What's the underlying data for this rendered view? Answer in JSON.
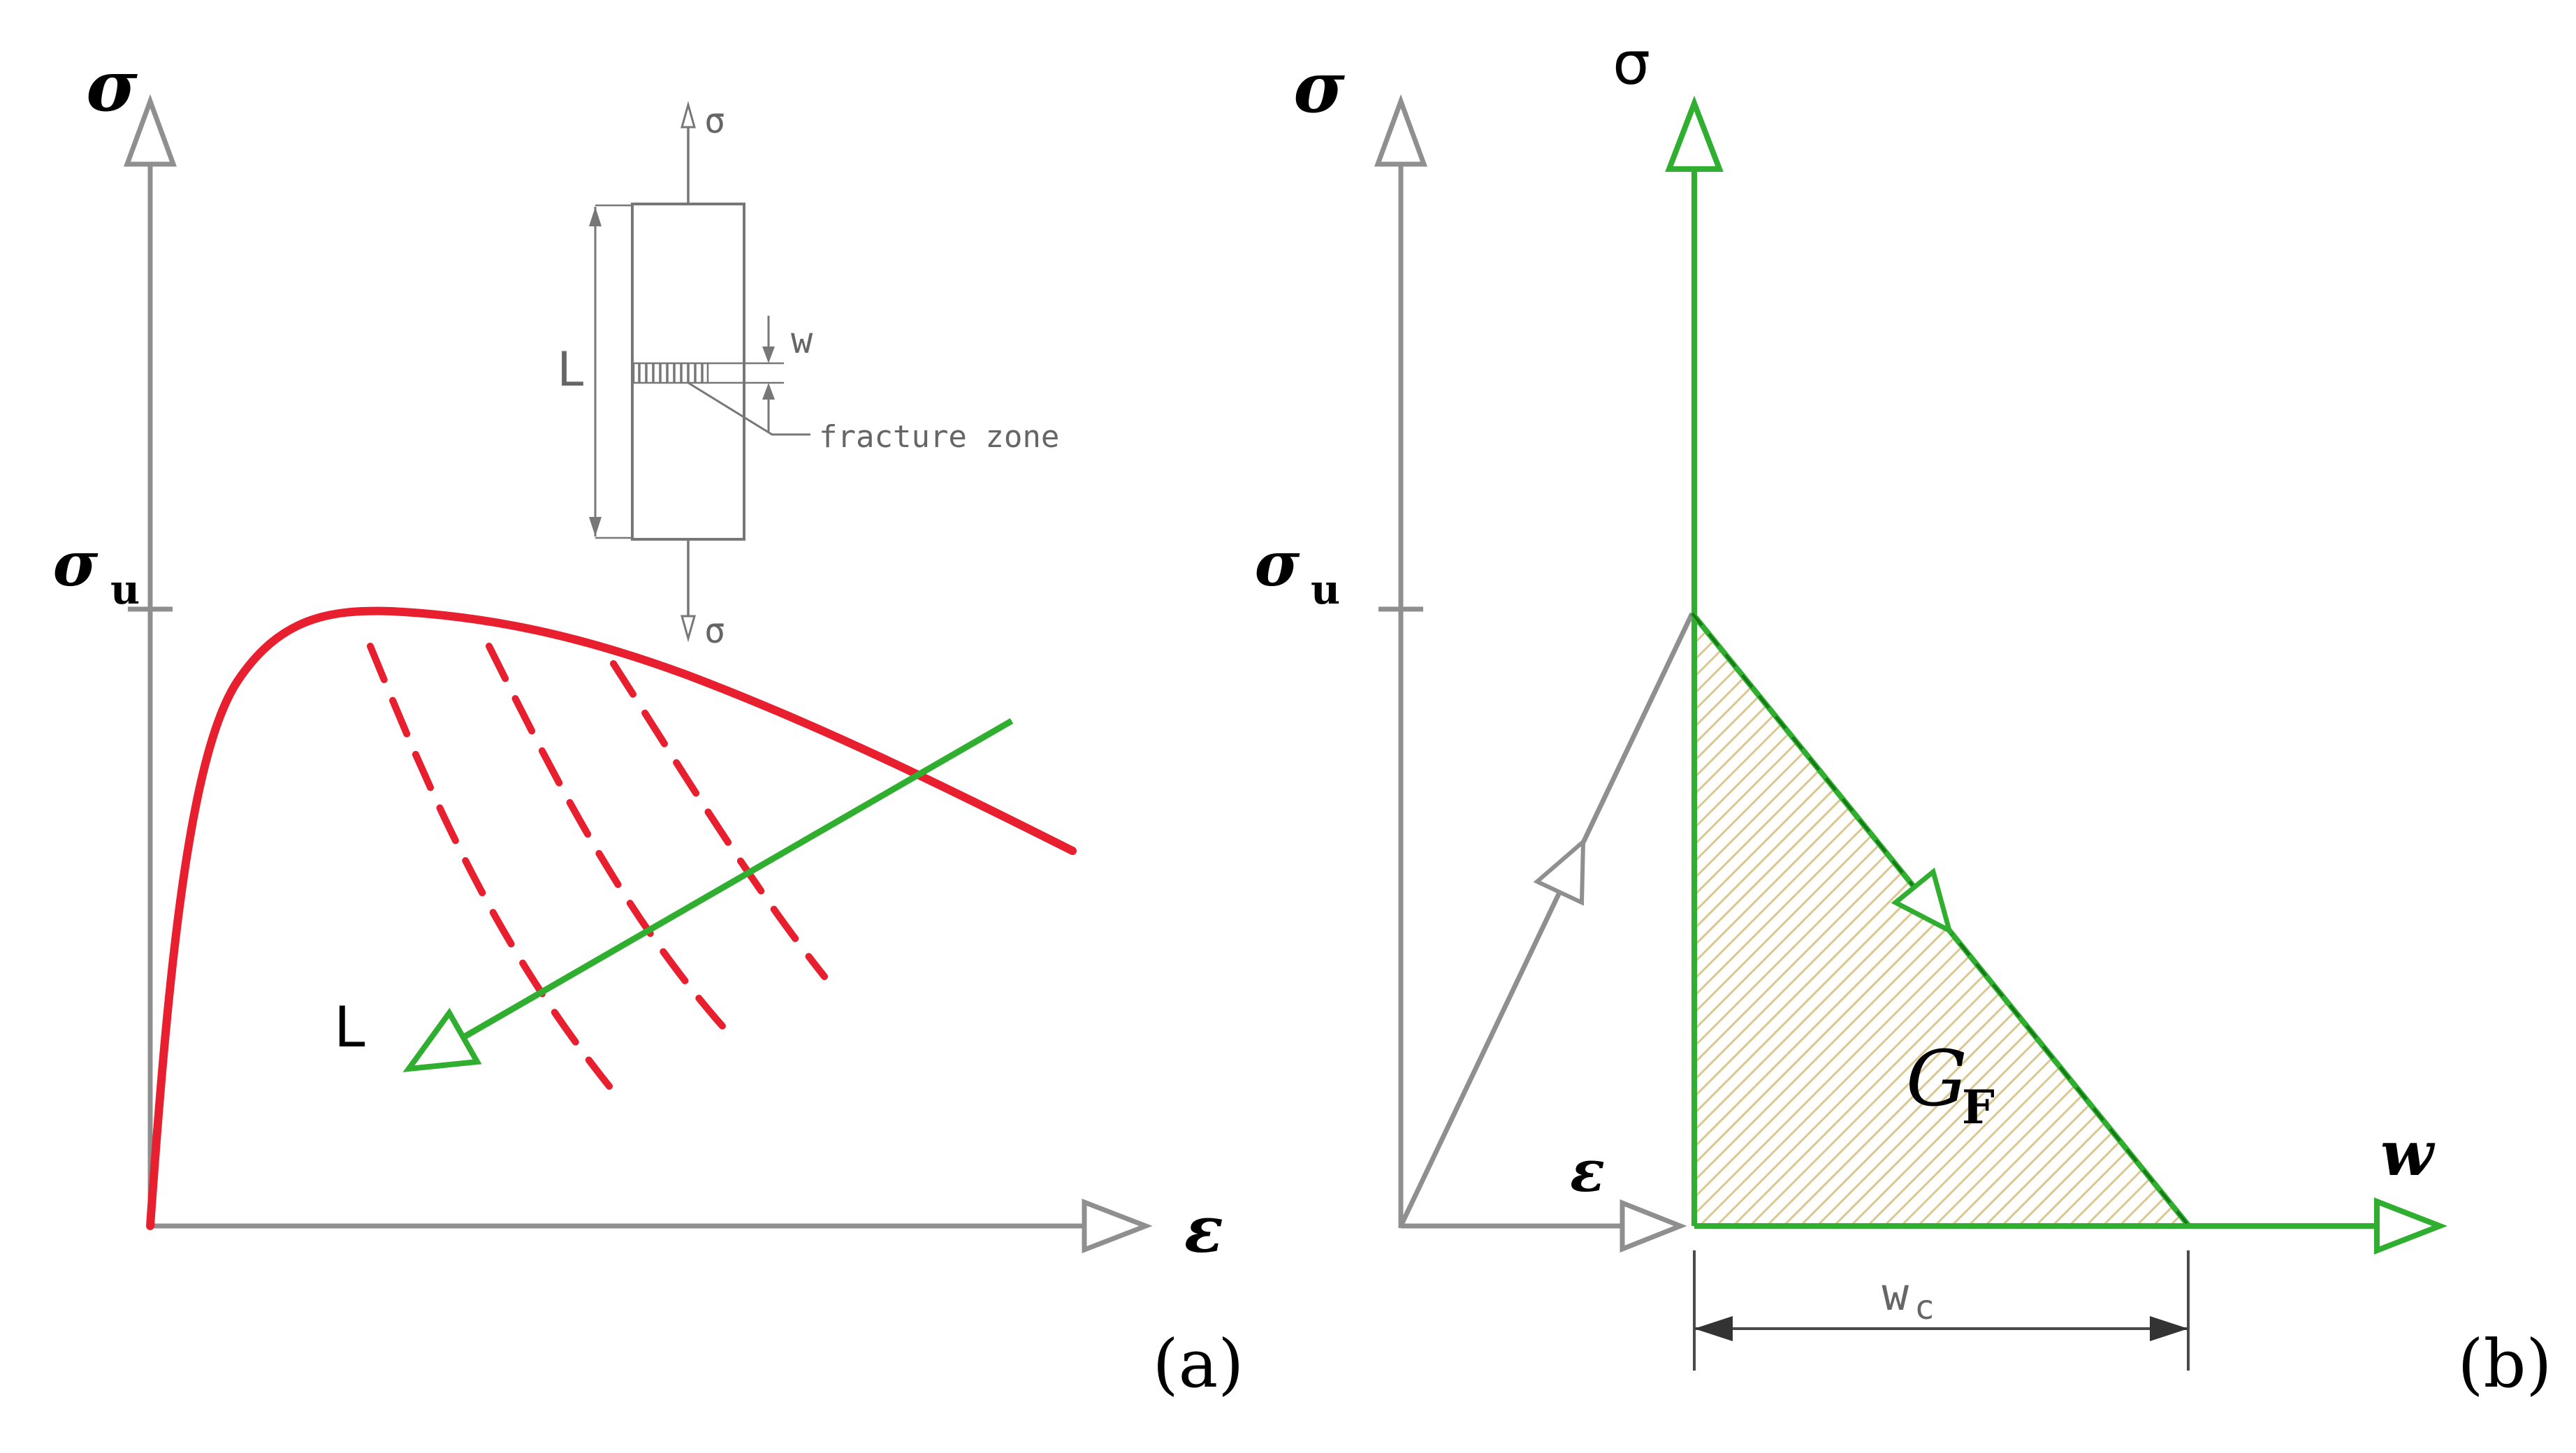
{
  "panel_a": {
    "label": "(a)",
    "sigma_axis_label": "σ",
    "epsilon_axis_label": "ε",
    "sigma_u": "σ",
    "sigma_u_sub": "u",
    "gauge_length_label": "L",
    "inset": {
      "sigma_top": "σ",
      "sigma_bottom": "σ",
      "length_label": "L",
      "width_label": "w",
      "fracture_zone_label": "fracture zone"
    }
  },
  "panel_b": {
    "label": "(b)",
    "sigma_axis_label": "σ",
    "green_sigma_axis_label": "σ",
    "sigma_u": "σ",
    "sigma_u_sub": "u",
    "epsilon_axis_label": "ε",
    "w_axis_label": "w",
    "fracture_energy": "G",
    "fracture_energy_sub": "F",
    "wc": "w",
    "wc_sub": "c"
  },
  "colors": {
    "axis_gray": "#8f8f8f",
    "curve_red": "#e81f2e",
    "green": "#2fae2f",
    "dark_green": "#157a15",
    "hatch_tan": "#d9c88f",
    "dim_dark": "#4a4a4a",
    "inset_gray": "#777777"
  }
}
